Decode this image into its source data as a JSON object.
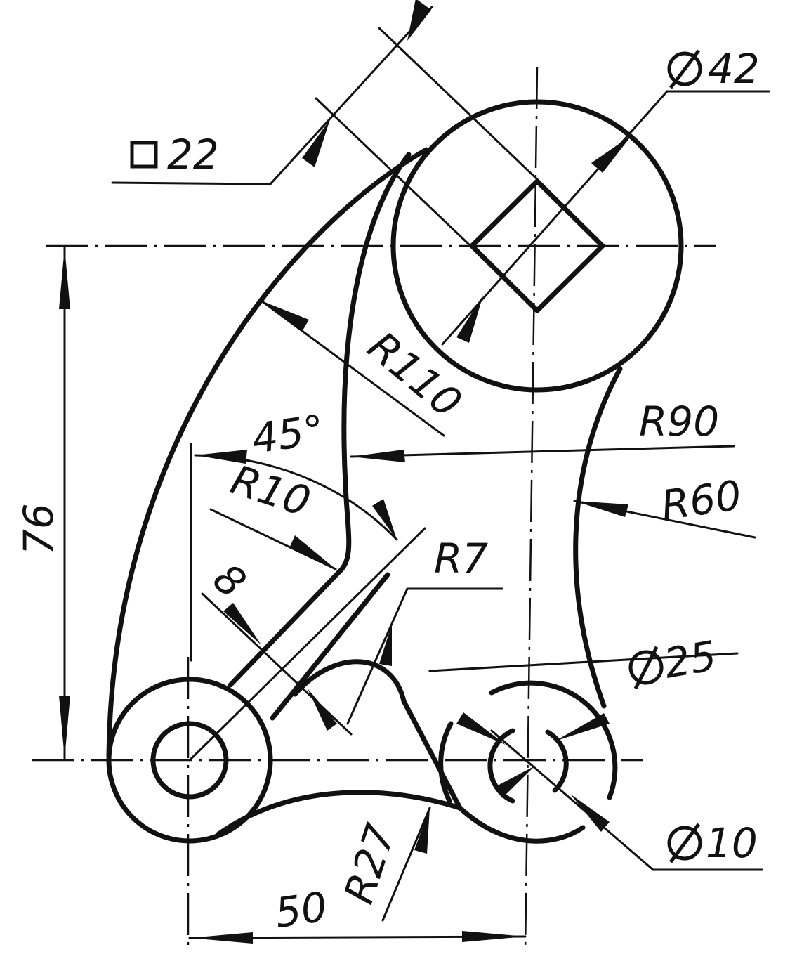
{
  "labels": {
    "square_size": "22",
    "diameter_large": "42",
    "radius_110": "R110",
    "radius_90": "R90",
    "radius_60": "R60",
    "angle": "45°",
    "radius_10": "R10",
    "radius_7": "R7",
    "width_8": "8",
    "diameter_25": "25",
    "diameter_10": "10",
    "radius_27": "R27",
    "height_76": "76",
    "width_50": "50"
  },
  "colors": {
    "line": "#111111",
    "background": "#ffffff"
  }
}
